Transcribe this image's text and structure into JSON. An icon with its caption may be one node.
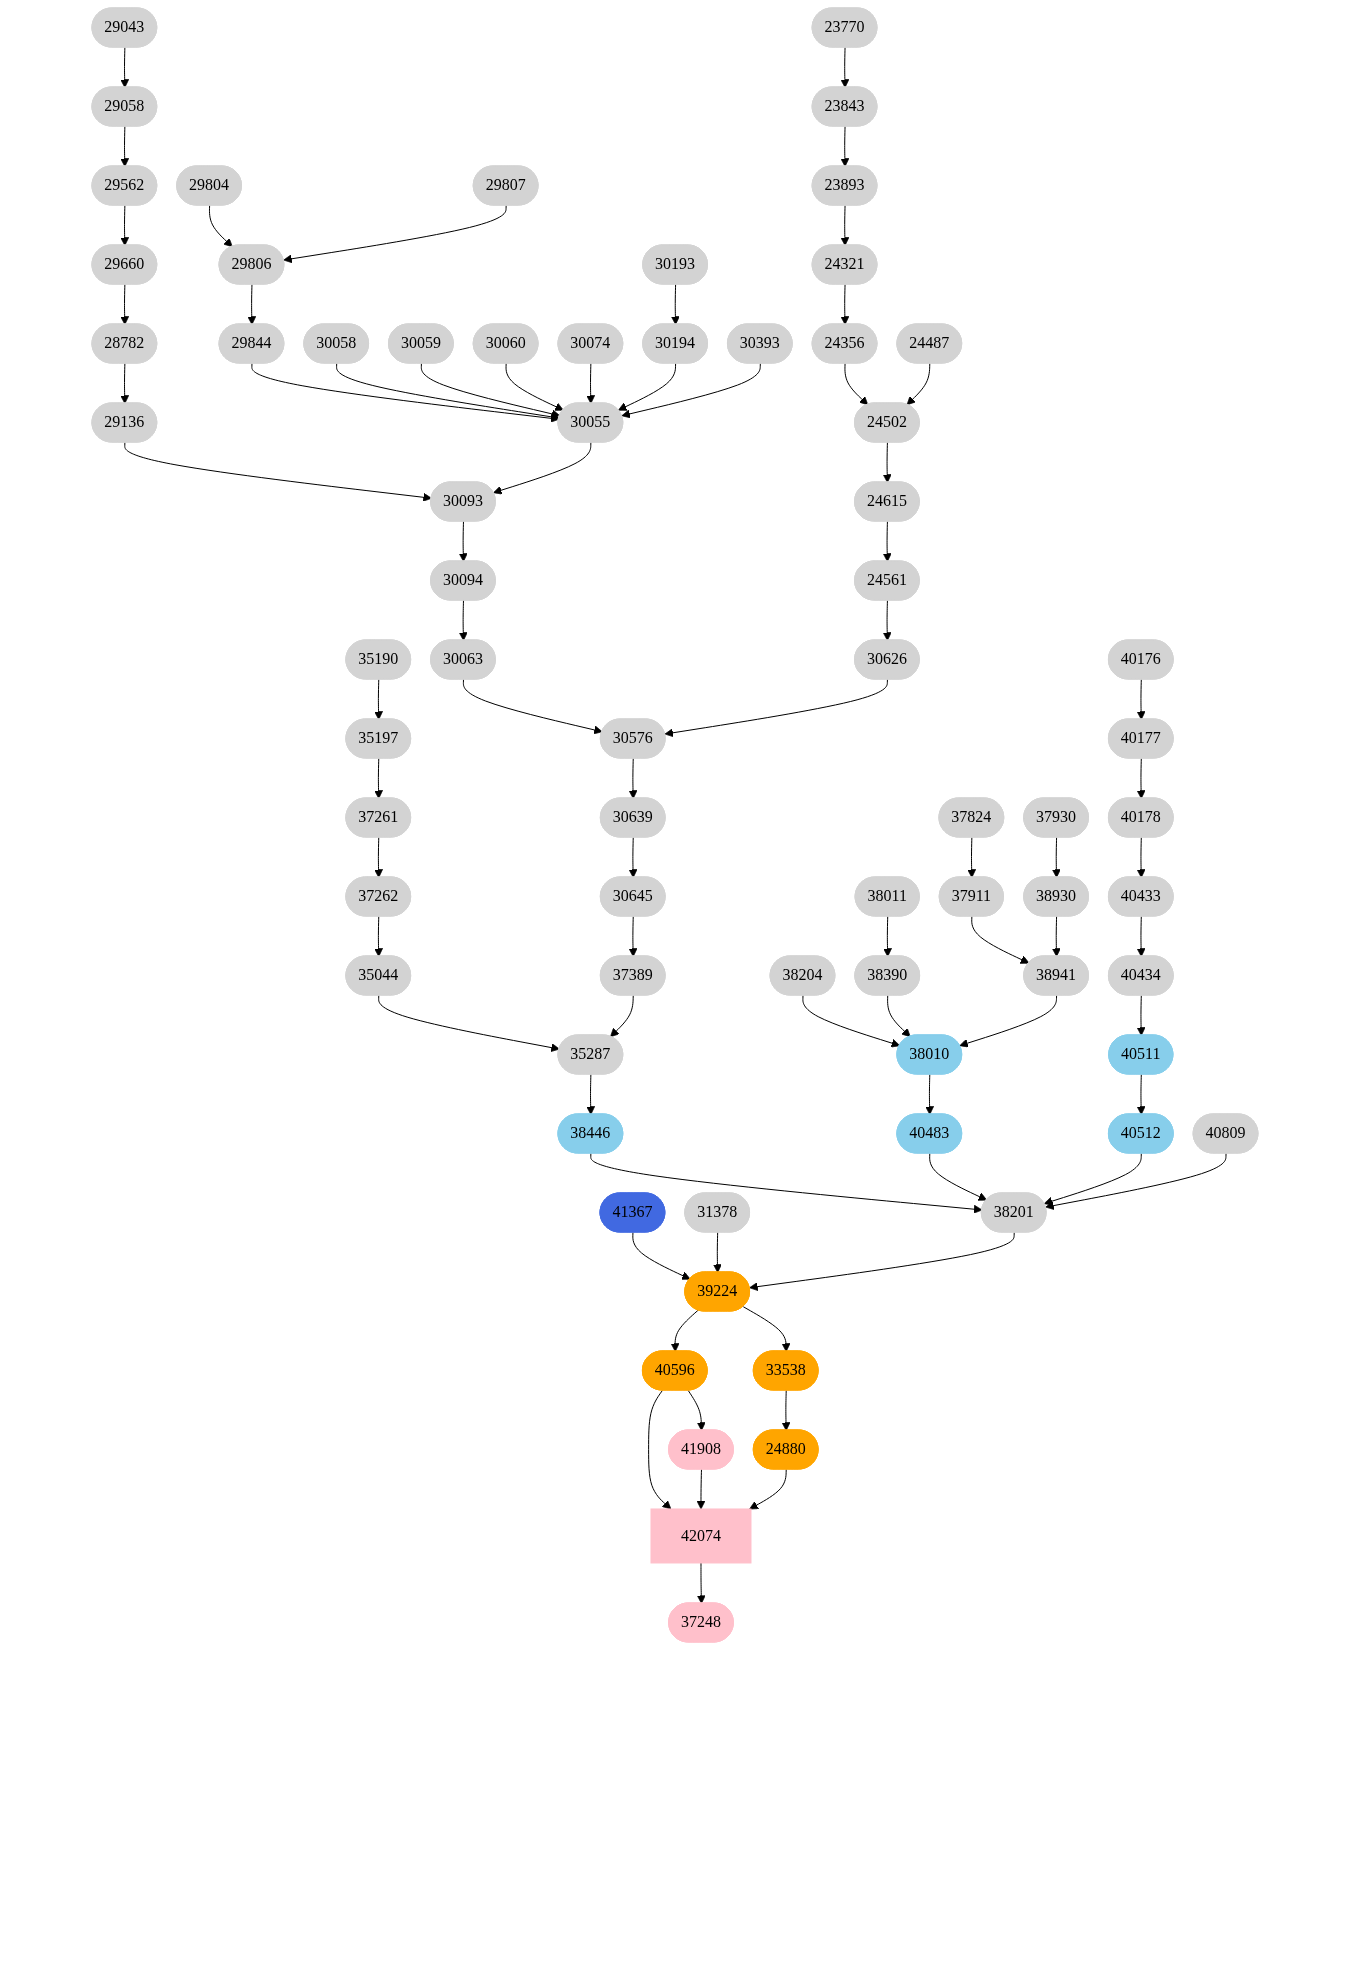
{
  "diagram": {
    "nodes": [
      {
        "text": [
          "29043"
        ]
      },
      {
        "text": [
          "23770"
        ]
      },
      {
        "text": [
          "29058"
        ]
      },
      {
        "text": [
          "23843"
        ]
      },
      {
        "text": [
          "29562"
        ]
      },
      {
        "text": [
          "29804"
        ]
      },
      {
        "text": [
          "29807"
        ]
      },
      {
        "text": [
          "23893"
        ]
      },
      {
        "text": [
          "29660"
        ]
      },
      {
        "text": [
          "29806"
        ]
      },
      {
        "text": [
          "30193"
        ]
      },
      {
        "text": [
          "24321"
        ]
      },
      {
        "text": [
          "28782"
        ]
      },
      {
        "text": [
          "29844"
        ]
      },
      {
        "text": [
          "30058"
        ]
      },
      {
        "text": [
          "30059"
        ]
      },
      {
        "text": [
          "30060"
        ]
      },
      {
        "text": [
          "30074"
        ]
      },
      {
        "text": [
          "30194"
        ]
      },
      {
        "text": [
          "30393"
        ]
      },
      {
        "text": [
          "24356"
        ]
      },
      {
        "text": [
          "24487"
        ]
      },
      {
        "text": [
          "29136"
        ]
      },
      {
        "text": [
          "30055"
        ]
      },
      {
        "text": [
          "24502"
        ]
      },
      {
        "text": [
          "30093"
        ]
      },
      {
        "text": [
          "24615"
        ]
      },
      {
        "text": [
          "30094"
        ]
      },
      {
        "text": [
          "24561"
        ]
      },
      {
        "text": [
          "35190"
        ]
      },
      {
        "text": [
          "30063"
        ]
      },
      {
        "text": [
          "30626"
        ]
      },
      {
        "text": [
          "40176"
        ]
      },
      {
        "text": [
          "35197"
        ]
      },
      {
        "text": [
          "30576"
        ]
      },
      {
        "text": [
          "40177"
        ]
      },
      {
        "text": [
          "37261"
        ]
      },
      {
        "text": [
          "30639"
        ]
      },
      {
        "text": [
          "37824"
        ]
      },
      {
        "text": [
          "37930"
        ]
      },
      {
        "text": [
          "40178"
        ]
      },
      {
        "text": [
          "37262"
        ]
      },
      {
        "text": [
          "30645"
        ]
      },
      {
        "text": [
          "38011"
        ]
      },
      {
        "text": [
          "37911"
        ]
      },
      {
        "text": [
          "38930"
        ]
      },
      {
        "text": [
          "40433"
        ]
      },
      {
        "text": [
          "35044"
        ]
      },
      {
        "text": [
          "37389"
        ]
      },
      {
        "text": [
          "38204"
        ]
      },
      {
        "text": [
          "38390"
        ]
      },
      {
        "text": [
          "38941"
        ]
      },
      {
        "text": [
          "40434"
        ]
      },
      {
        "text": [
          "35287"
        ]
      },
      {
        "text": [
          "38010"
        ]
      },
      {
        "text": [
          "40511"
        ]
      },
      {
        "text": [
          "38446"
        ]
      },
      {
        "text": [
          "40483"
        ]
      },
      {
        "text": [
          "40512"
        ]
      },
      {
        "text": [
          "40809"
        ]
      },
      {
        "text": [
          "41367"
        ]
      },
      {
        "text": [
          "31378"
        ]
      },
      {
        "text": [
          "38201"
        ]
      },
      {
        "text": [
          "39224"
        ]
      },
      {
        "text": [
          "40596"
        ]
      },
      {
        "text": [
          "33538"
        ]
      },
      {
        "text": [
          "41908"
        ]
      },
      {
        "text": [
          "24880"
        ]
      },
      {
        "text": [
          "42074"
        ]
      },
      {
        "text": [
          "37248"
        ]
      }
    ],
    "edges": [
      {
        "from": 0,
        "to": 2,
        "arrow": "to"
      },
      {
        "from": 2,
        "to": 4,
        "arrow": "to"
      },
      {
        "from": 4,
        "to": 8,
        "arrow": "to"
      },
      {
        "from": 8,
        "to": 12,
        "arrow": "to"
      },
      {
        "from": 12,
        "to": 22,
        "arrow": "to"
      },
      {
        "from": 5,
        "to": 9,
        "arrow": "to"
      },
      {
        "from": 6,
        "to": 9,
        "arrow": "to"
      },
      {
        "from": 9,
        "to": 13,
        "arrow": "to"
      },
      {
        "from": 13,
        "to": 23,
        "arrow": "to"
      },
      {
        "from": 14,
        "to": 23,
        "arrow": "to"
      },
      {
        "from": 15,
        "to": 23,
        "arrow": "to"
      },
      {
        "from": 16,
        "to": 23,
        "arrow": "to"
      },
      {
        "from": 17,
        "to": 23,
        "arrow": "to"
      },
      {
        "from": 10,
        "to": 18,
        "arrow": "to"
      },
      {
        "from": 18,
        "to": 23,
        "arrow": "to"
      },
      {
        "from": 19,
        "to": 23,
        "arrow": "to"
      },
      {
        "from": 22,
        "to": 25,
        "arrow": "to"
      },
      {
        "from": 23,
        "to": 25,
        "arrow": "to"
      },
      {
        "from": 25,
        "to": 27,
        "arrow": "to"
      },
      {
        "from": 27,
        "to": 30,
        "arrow": "to"
      },
      {
        "from": 30,
        "to": 34,
        "arrow": "to"
      },
      {
        "from": 1,
        "to": 3,
        "arrow": "to"
      },
      {
        "from": 3,
        "to": 7,
        "arrow": "to"
      },
      {
        "from": 7,
        "to": 11,
        "arrow": "to"
      },
      {
        "from": 11,
        "to": 20,
        "arrow": "to"
      },
      {
        "from": 20,
        "to": 24,
        "arrow": "to"
      },
      {
        "from": 21,
        "to": 24,
        "arrow": "to"
      },
      {
        "from": 24,
        "to": 26,
        "arrow": "to"
      },
      {
        "from": 26,
        "to": 28,
        "arrow": "to"
      },
      {
        "from": 28,
        "to": 31,
        "arrow": "to"
      },
      {
        "from": 31,
        "to": 34,
        "arrow": "to"
      },
      {
        "from": 29,
        "to": 33,
        "arrow": "to"
      },
      {
        "from": 33,
        "to": 36,
        "arrow": "to"
      },
      {
        "from": 36,
        "to": 41,
        "arrow": "to"
      },
      {
        "from": 41,
        "to": 47,
        "arrow": "to"
      },
      {
        "from": 47,
        "to": 53,
        "arrow": "to"
      },
      {
        "from": 34,
        "to": 37,
        "arrow": "to"
      },
      {
        "from": 37,
        "to": 42,
        "arrow": "to"
      },
      {
        "from": 42,
        "to": 48,
        "arrow": "to"
      },
      {
        "from": 48,
        "to": 53,
        "arrow": "to"
      },
      {
        "from": 53,
        "to": 56,
        "arrow": "to"
      },
      {
        "from": 38,
        "to": 44,
        "arrow": "to"
      },
      {
        "from": 39,
        "to": 45,
        "arrow": "to"
      },
      {
        "from": 43,
        "to": 50,
        "arrow": "to"
      },
      {
        "from": 44,
        "to": 51,
        "arrow": "to"
      },
      {
        "from": 45,
        "to": 51,
        "arrow": "to"
      },
      {
        "from": 49,
        "to": 54,
        "arrow": "to"
      },
      {
        "from": 50,
        "to": 54,
        "arrow": "to"
      },
      {
        "from": 51,
        "to": 54,
        "arrow": "to"
      },
      {
        "from": 54,
        "to": 57,
        "arrow": "to"
      },
      {
        "from": 32,
        "to": 35,
        "arrow": "to"
      },
      {
        "from": 35,
        "to": 40,
        "arrow": "to"
      },
      {
        "from": 40,
        "to": 46,
        "arrow": "to"
      },
      {
        "from": 46,
        "to": 52,
        "arrow": "to"
      },
      {
        "from": 52,
        "to": 55,
        "arrow": "to"
      },
      {
        "from": 55,
        "to": 58,
        "arrow": "to"
      },
      {
        "from": 56,
        "to": 62,
        "arrow": "to"
      },
      {
        "from": 57,
        "to": 62,
        "arrow": "to"
      },
      {
        "from": 58,
        "to": 62,
        "arrow": "to"
      },
      {
        "from": 59,
        "to": 62,
        "arrow": "to"
      },
      {
        "from": 60,
        "to": 63,
        "arrow": "to"
      },
      {
        "from": 61,
        "to": 63,
        "arrow": "to"
      },
      {
        "from": 62,
        "to": 63,
        "arrow": "to"
      },
      {
        "from": 63,
        "to": 64,
        "arrow": "to"
      },
      {
        "from": 63,
        "to": 65,
        "arrow": "to"
      },
      {
        "from": 64,
        "to": 66,
        "arrow": "to"
      },
      {
        "from": 64,
        "to": 68,
        "arrow": "to"
      },
      {
        "from": 65,
        "to": 67,
        "arrow": "to"
      },
      {
        "from": 66,
        "to": 68,
        "arrow": "to"
      },
      {
        "from": 67,
        "to": 68,
        "arrow": "to"
      },
      {
        "from": 68,
        "to": 69,
        "arrow": "to"
      }
    ]
  }
}
